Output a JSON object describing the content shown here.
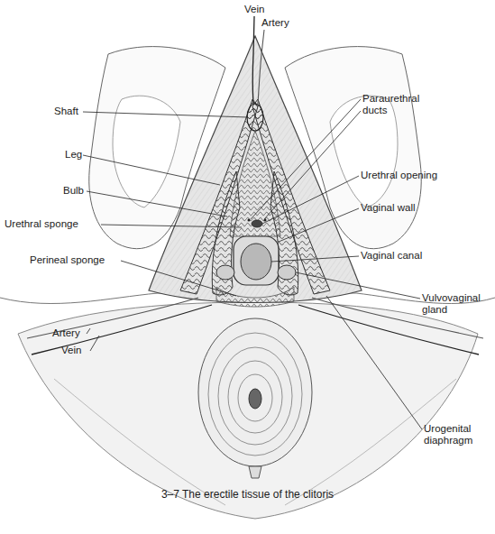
{
  "diagram": {
    "caption": "3–7 The erectile tissue of the clitoris",
    "labels": [
      "Vein",
      "Artery",
      "Shaft",
      "Paraurethral ducts",
      "Leg",
      "Urethral opening",
      "Bulb",
      "Vaginal wall",
      "Urethral sponge",
      "Vaginal canal",
      "Perineal sponge",
      "Vulvovaginal gland",
      "Artery",
      "Vein",
      "Urogenital diaphragm"
    ]
  }
}
